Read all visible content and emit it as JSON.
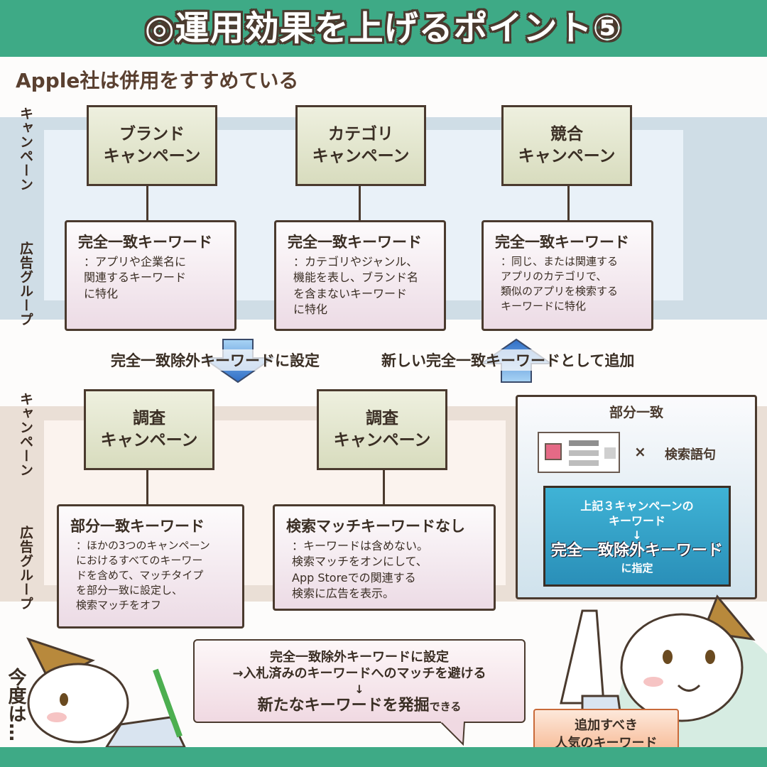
{
  "header": {
    "title": "◎運用効果を上げるポイント⑤"
  },
  "subtitle": "Apple社は併用をすすめている",
  "side_labels": {
    "campaign": "キャンペーン",
    "adgroup": "広告グループ"
  },
  "campaigns_top": [
    {
      "name_line1": "ブランド",
      "name_line2": "キャンペーン"
    },
    {
      "name_line1": "カテゴリ",
      "name_line2": "キャンペーン"
    },
    {
      "name_line1": "競合",
      "name_line2": "キャンペーン"
    }
  ],
  "adgroups_top": [
    {
      "heading": "完全一致キーワード",
      "body": "：アプリや企業名に\n関連するキーワード\nに特化"
    },
    {
      "heading": "完全一致キーワード",
      "body": "：カテゴリやジャンル、\n機能を表し、ブランド名\nを含まないキーワード\nに特化"
    },
    {
      "heading": "完全一致キーワード",
      "body": "：同じ、または関連する\nアプリのカテゴリで、\n類似のアプリを検索する\nキーワードに特化"
    }
  ],
  "arrows": {
    "down_label": "完全一致除外キーワードに設定",
    "up_label": "新しい完全一致キーワードとして追加"
  },
  "campaigns_bottom": [
    {
      "name_line1": "調査",
      "name_line2": "キャンペーン"
    },
    {
      "name_line1": "調査",
      "name_line2": "キャンペーン"
    }
  ],
  "adgroups_bottom": [
    {
      "heading": "部分一致キーワード",
      "body": "：ほかの3つのキャンペーン\nにおけるすべてのキーワー\nドを含めて、マッチタイプ\nを部分一致に設定し、\n検索マッチをオフ"
    },
    {
      "heading": "検索マッチキーワードなし",
      "body": "：キーワードは含めない。\n検索マッチをオンにして、\nApp Storeでの関連する\n検索に広告を表示。"
    }
  ],
  "partial_match": {
    "title": "部分一致",
    "times": "×",
    "search_term": "検索語句",
    "line1": "上記３キャンペーンの",
    "line2": "キーワード",
    "arrow": "↓",
    "line3": "完全一致除外キーワード",
    "line4": "に指定"
  },
  "speech": {
    "line1": "完全一致除外キーワードに設定",
    "line2": "→入札済みのキーワードへのマッチを避ける",
    "arrow": "↓",
    "line3a": "新たなキーワードを発掘",
    "line3b": "できる"
  },
  "cat_left_text": "今度は…",
  "tag": {
    "line1": "追加すべき",
    "line2": "人気のキーワード"
  },
  "colors": {
    "header": "#3eaa86",
    "campaign_box": "#d8dcbe",
    "adgroup_box": "#ecdbe5",
    "arrow_blue": "#3a7fd6",
    "partial_inner": "#2a8fb8"
  }
}
